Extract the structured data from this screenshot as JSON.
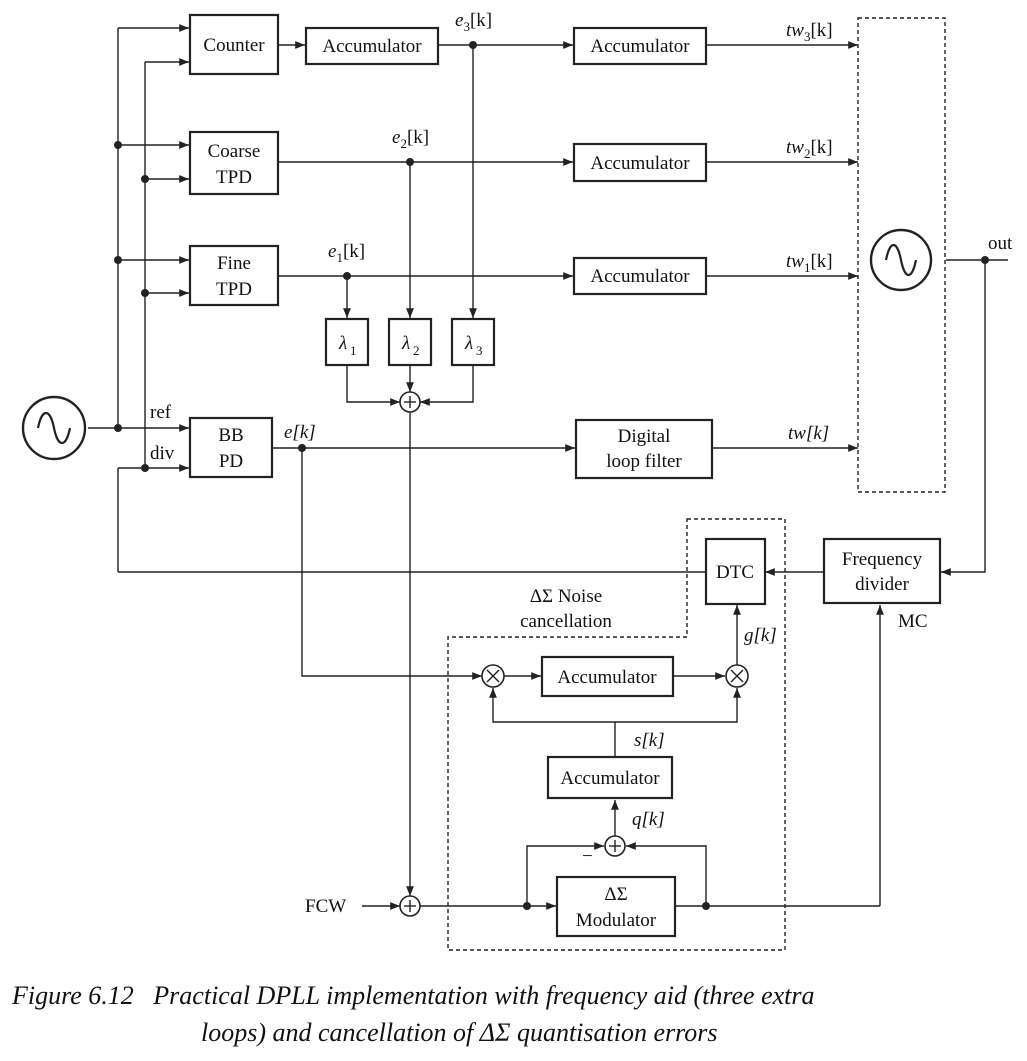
{
  "blocks": {
    "counter": "Counter",
    "accumulator": "Accumulator",
    "coarse_tpd_1": "Coarse",
    "coarse_tpd_2": "TPD",
    "fine_tpd_1": "Fine",
    "fine_tpd_2": "TPD",
    "bbpd_1": "BB",
    "bbpd_2": "PD",
    "loop_filter_1": "Digital",
    "loop_filter_2": "loop filter",
    "dtc": "DTC",
    "freq_div_1": "Frequency",
    "freq_div_2": "divider",
    "ds_mod_1": "ΔΣ",
    "ds_mod_2": "Modulator",
    "nc_label_1": "ΔΣ Noise",
    "nc_label_2": "cancellation"
  },
  "signals": {
    "e3": "e",
    "e3_sub": "3",
    "e3_k": "[k]",
    "e2": "e",
    "e2_sub": "2",
    "e2_k": "[k]",
    "e1": "e",
    "e1_sub": "1",
    "e1_k": "[k]",
    "e": "e[k]",
    "tw3": "tw",
    "tw3_sub": "3",
    "tw3_k": "[k]",
    "tw2": "tw",
    "tw2_sub": "2",
    "tw2_k": "[k]",
    "tw1": "tw",
    "tw1_sub": "1",
    "tw1_k": "[k]",
    "tw": "tw[k]",
    "g": "g[k]",
    "s": "s[k]",
    "q": "q[k]",
    "lambda": "λ",
    "l1_sub": "1",
    "l2_sub": "2",
    "l3_sub": "3",
    "ref": "ref",
    "div": "div",
    "out": "out",
    "mc": "MC",
    "fcw": "FCW",
    "minus": "−"
  },
  "caption": {
    "line1": "Figure 6.12   Practical DPLL implementation with frequency aid (three extra",
    "line2": "loops) and cancellation of ΔΣ quantisation errors"
  }
}
